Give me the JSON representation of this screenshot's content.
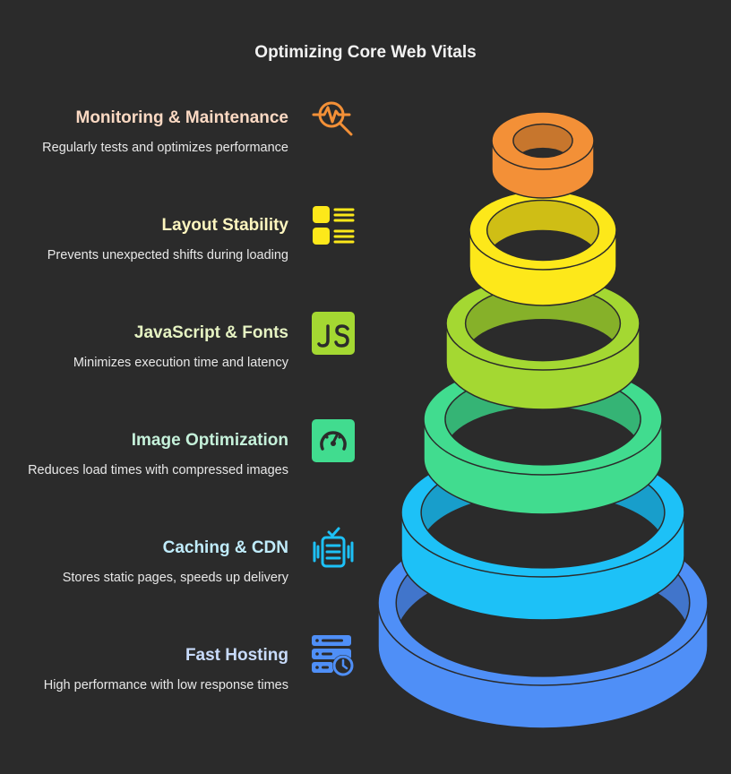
{
  "title": "Optimizing Core Web Vitals",
  "levels": [
    {
      "title": "Monitoring & Maintenance",
      "description": "Regularly tests and optimizes performance",
      "icon": "monitoring-magnifier-icon",
      "color": "#f39037",
      "title_color": "#fbd9c3"
    },
    {
      "title": "Layout Stability",
      "description": "Prevents unexpected shifts during loading",
      "icon": "layout-list-icon",
      "color": "#fde81a",
      "title_color": "#fdf6bf"
    },
    {
      "title": "JavaScript & Fonts",
      "description": "Minimizes execution time and latency",
      "icon": "javascript-icon",
      "color": "#a4d832",
      "title_color": "#e6f3c3"
    },
    {
      "title": "Image Optimization",
      "description": "Reduces load times with compressed images",
      "icon": "speedometer-icon",
      "color": "#41dc8f",
      "title_color": "#c5f1da"
    },
    {
      "title": "Caching & CDN",
      "description": "Stores static pages, speeds up delivery",
      "icon": "cache-chip-icon",
      "color": "#1dc1f7",
      "title_color": "#c0ecfb"
    },
    {
      "title": "Fast Hosting",
      "description": "High performance with low response times",
      "icon": "server-clock-icon",
      "color": "#4f8ff7",
      "title_color": "#c8dbfb"
    }
  ]
}
